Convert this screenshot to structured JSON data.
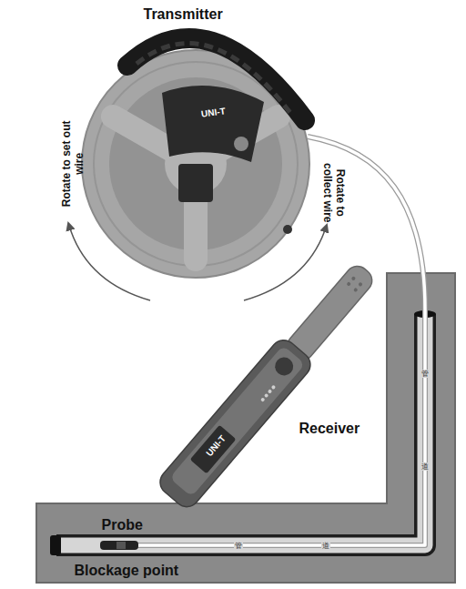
{
  "diagram": {
    "labels": [
      "Transmitter",
      "Rotate to set out wire",
      "Rotate to collect wire",
      "UNI-T",
      "Receiver",
      "UNI-T",
      "管",
      "道",
      "管",
      "道",
      "Probe",
      "Blockage point"
    ]
  }
}
